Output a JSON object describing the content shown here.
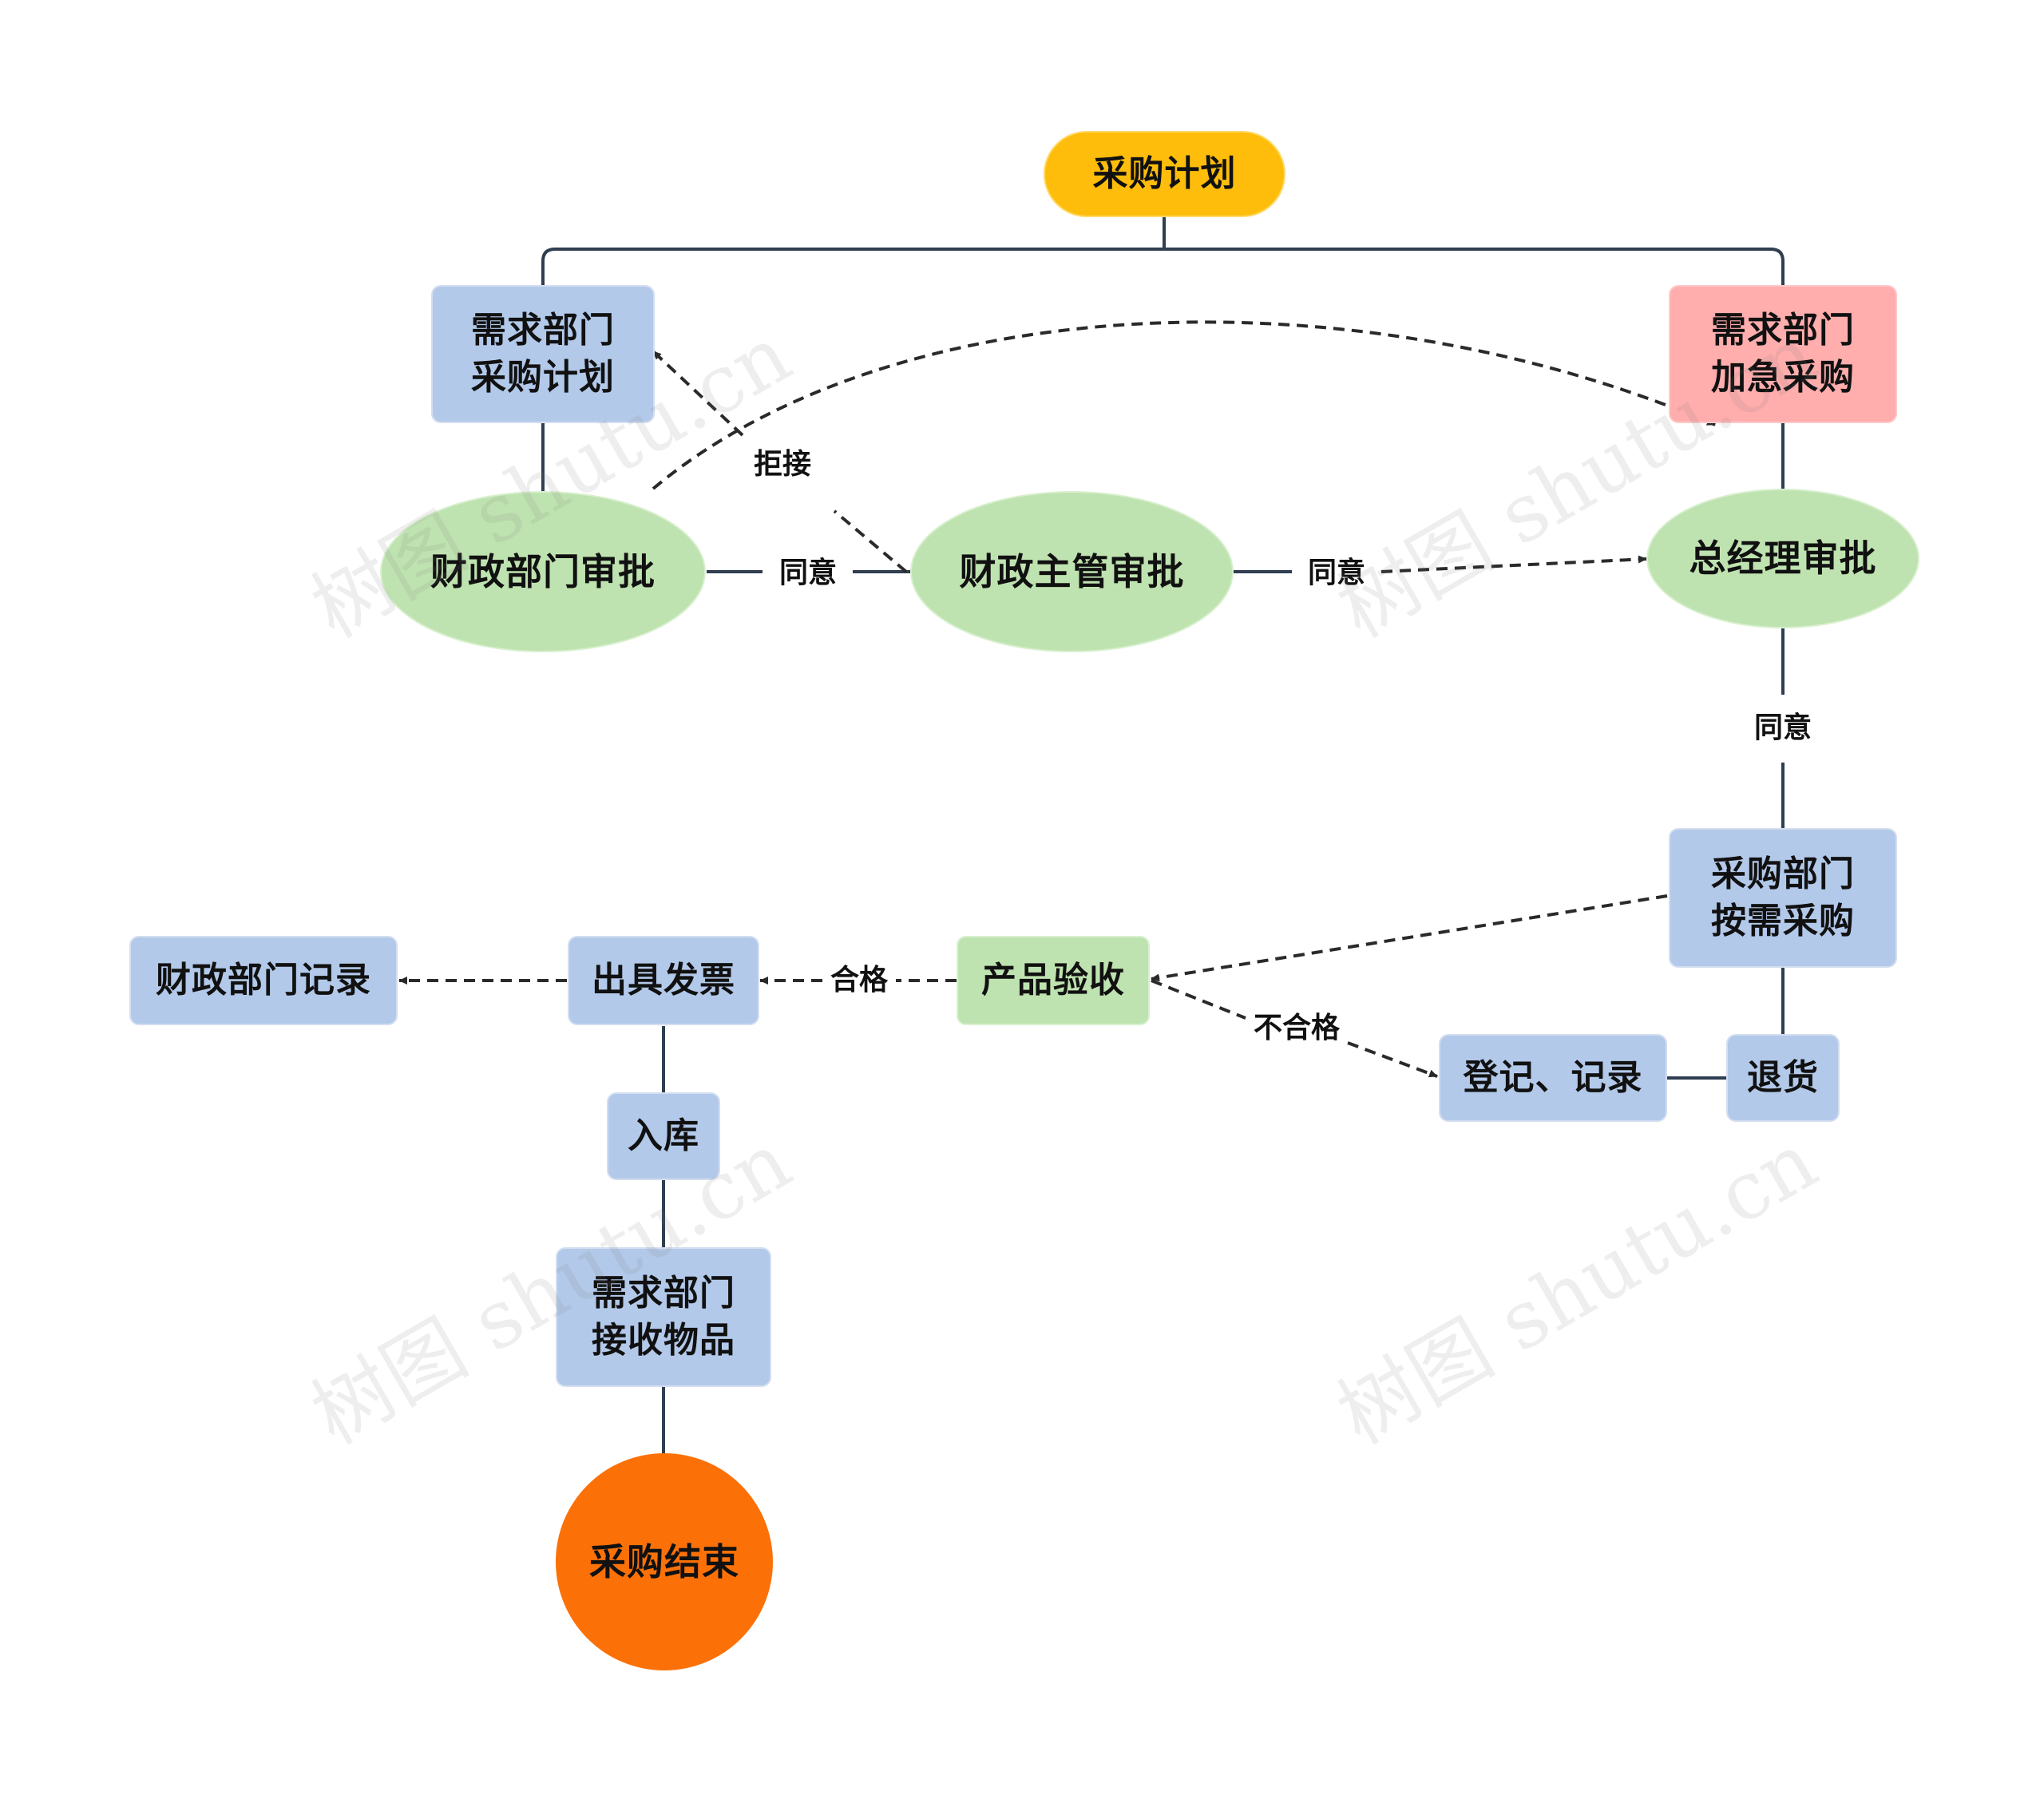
{
  "nodes": {
    "plan": "采购计划",
    "dept_plan": "需求部门\n采购计划",
    "urgent": "需求部门\n加急采购",
    "finance_approve": "财政部门审批",
    "finance_director": "财政主管审批",
    "gm_approve": "总经理审批",
    "procure": "采购部门\n按需采购",
    "inspect": "产品验收",
    "invoice": "出具发票",
    "finance_record": "财政部门记录",
    "register": "登记、记录",
    "return": "退货",
    "storage": "入库",
    "receive": "需求部门\n接收物品",
    "end": "采购结束"
  },
  "edge_labels": {
    "reject": "拒接",
    "agree_1": "同意",
    "agree_2": "同意",
    "agree_3": "同意",
    "pass": "合格",
    "fail": "不合格"
  },
  "watermarks": [
    "树图 shutu.cn",
    "树图 shutu.cn",
    "树图 shutu.cn",
    "树图 shutu.cn"
  ],
  "colors": {
    "start": "#fdbd0a",
    "end": "#fb7108",
    "process": "#b3c9ea",
    "approval": "#bfe3b0",
    "urgent": "#ffadad",
    "line": "#2f3e50"
  }
}
